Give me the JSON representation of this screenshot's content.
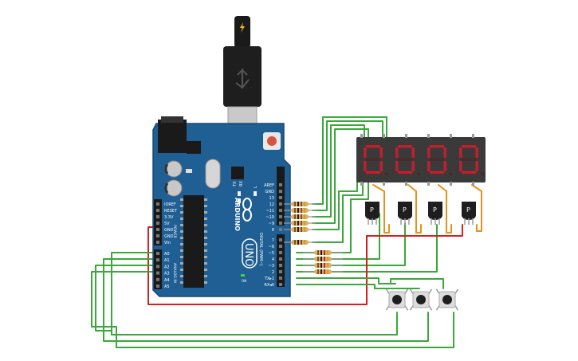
{
  "board": {
    "brand": "ARDUINO",
    "model": "UNO",
    "on_label": "ON",
    "tx_label": "TX",
    "rx_label": "RX",
    "l_label": "L",
    "power_label": "POWER",
    "analog_label": "ANALOG IN",
    "digital_label": "DIGITAL (PWM~)",
    "power_pins": [
      "IOREF",
      "RESET",
      "3.3V",
      "5V",
      "GND",
      "GND",
      "Vin"
    ],
    "analog_pins": [
      "A0",
      "A1",
      "A2",
      "A3",
      "A4",
      "A5"
    ],
    "digital_pins_top": [
      "AREF",
      "GND",
      "13",
      "12",
      "~11",
      "~10",
      "~9",
      "8"
    ],
    "digital_pins_bottom": [
      "7",
      "~6",
      "~5",
      "4",
      "~3",
      "2",
      "TX▸1",
      "RX◂0"
    ]
  },
  "display": {
    "digits": [
      "0",
      "0",
      "0",
      "0"
    ],
    "segment_color": "#c0202a",
    "body_color": "#3a3a3a"
  },
  "transistors": {
    "label": "P",
    "count": 4
  },
  "pushbuttons": {
    "count": 3
  },
  "colors": {
    "board": "#1f5f94",
    "wire_green": "#3aa83a",
    "wire_red": "#d42020",
    "wire_orange": "#e8901a"
  }
}
